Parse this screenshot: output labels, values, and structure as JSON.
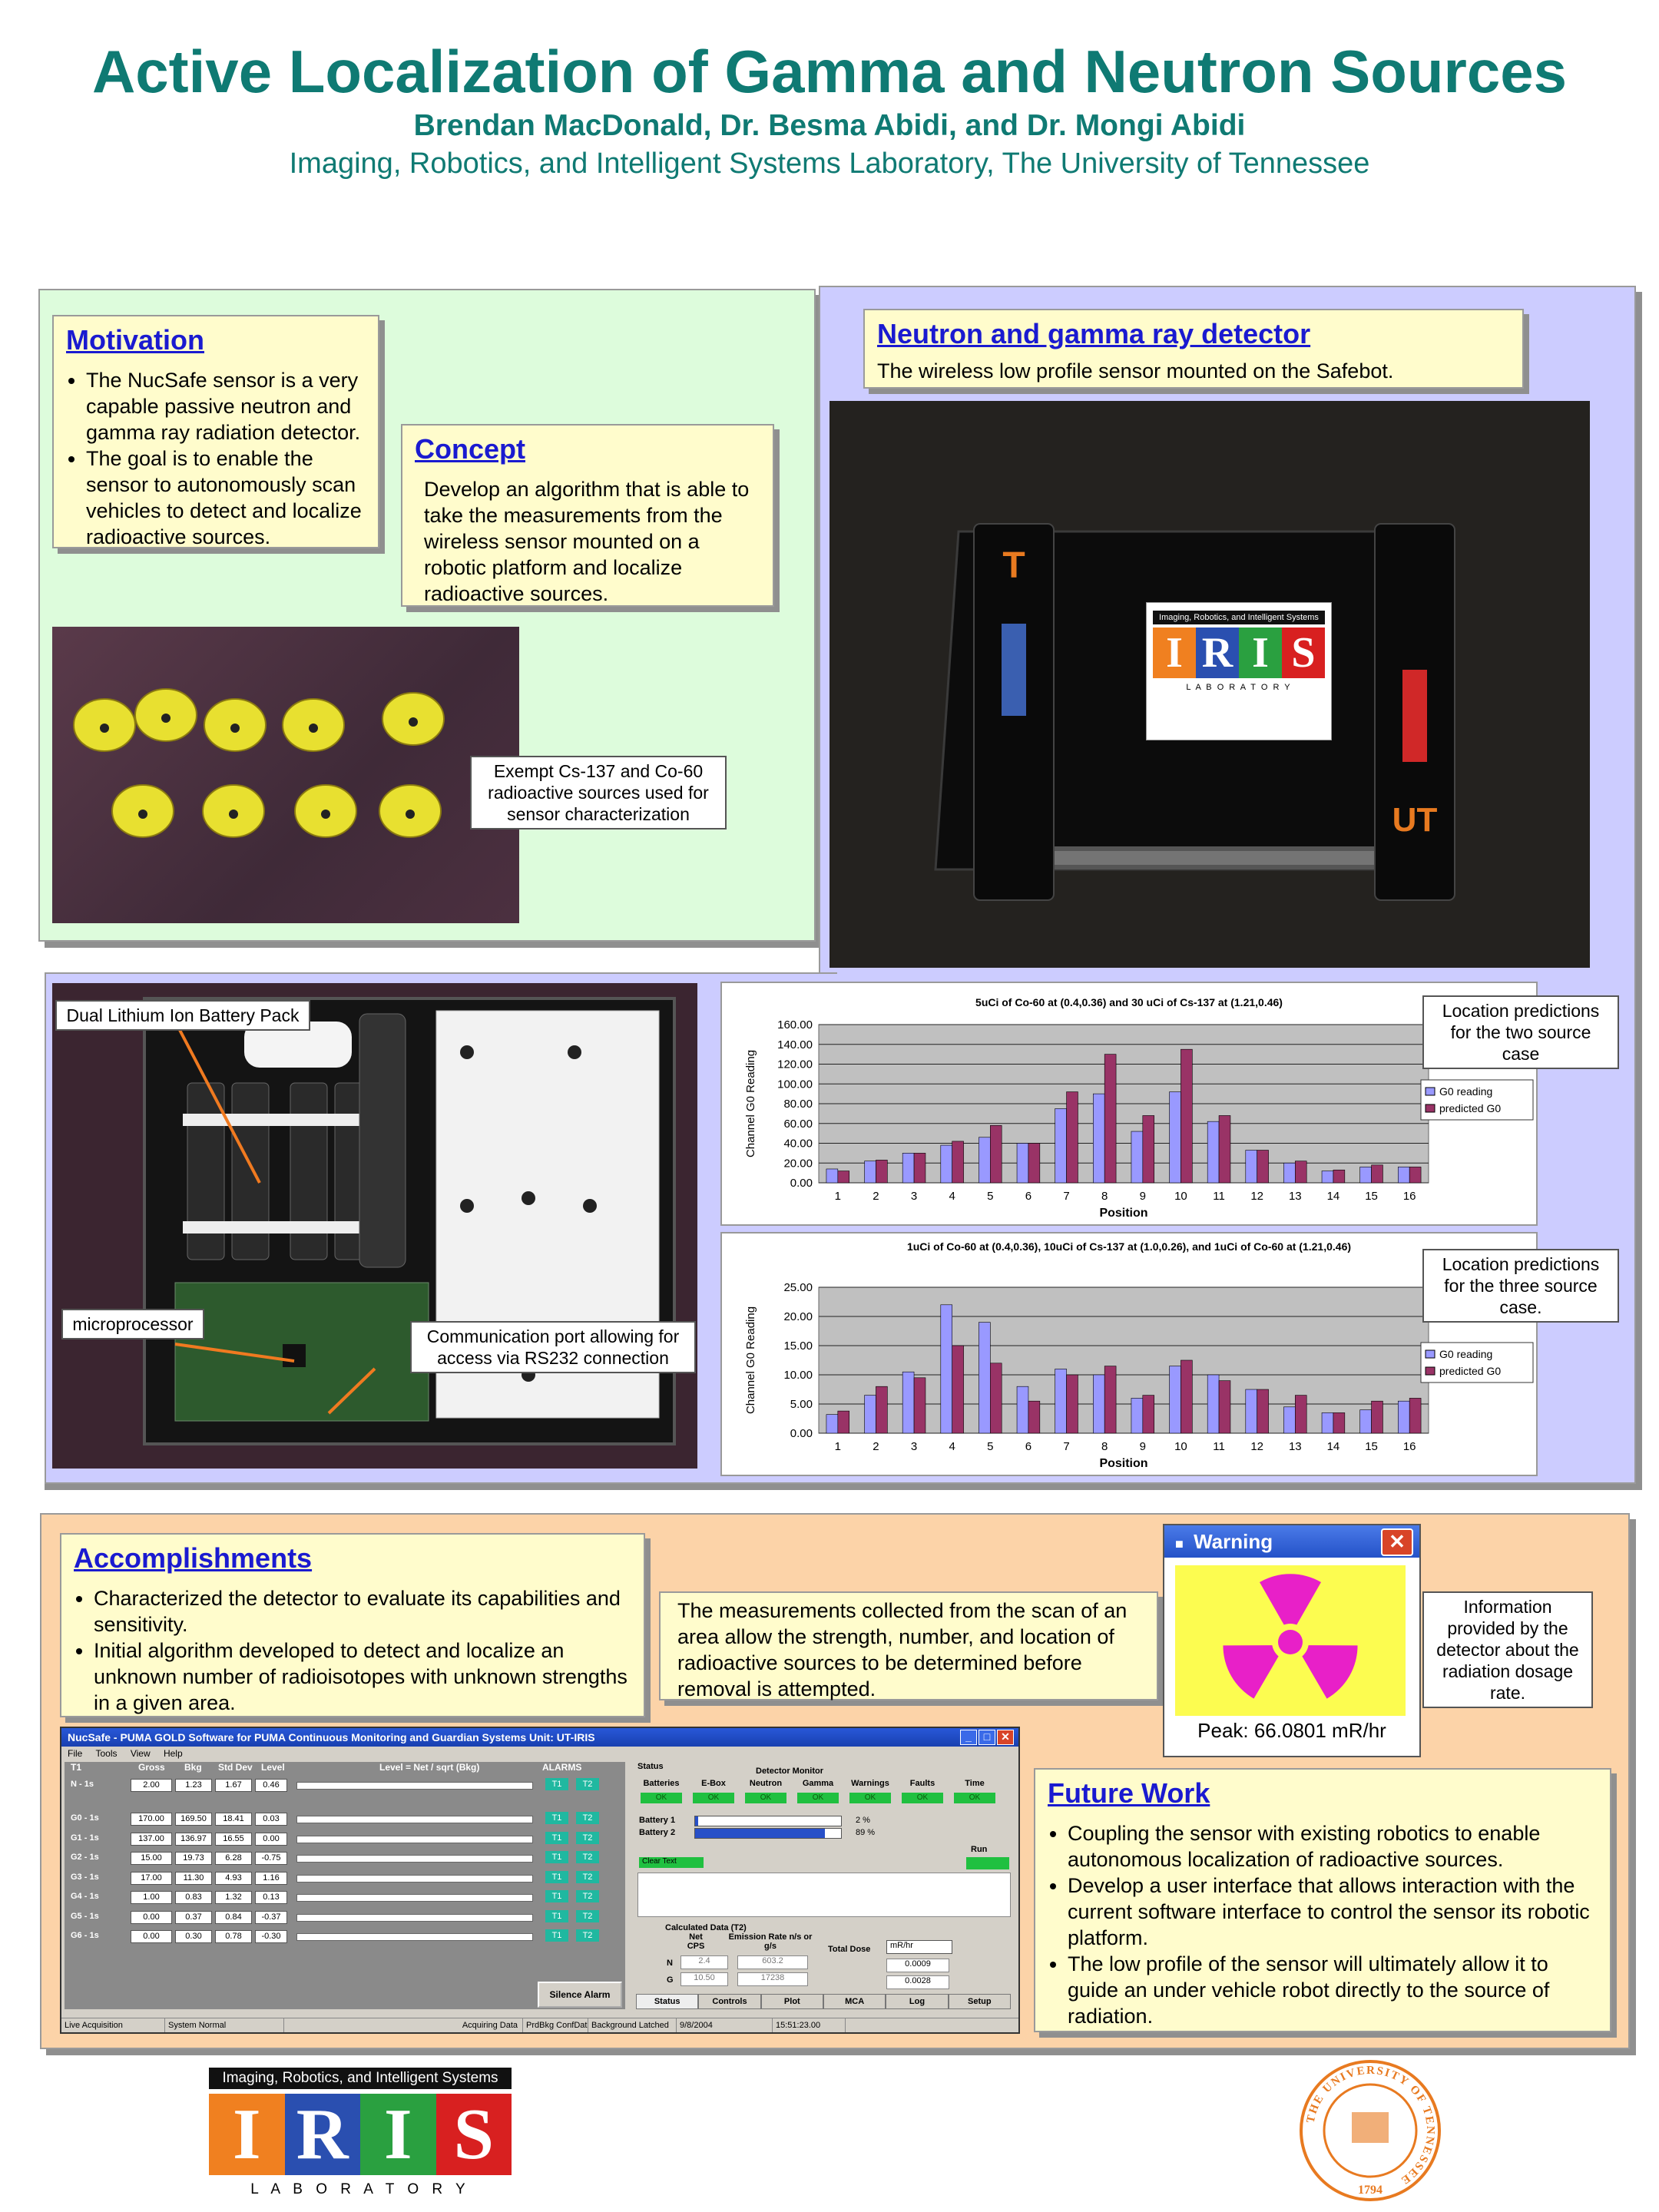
{
  "header": {
    "title": "Active Localization of Gamma and Neutron Sources",
    "authors": "Brendan MacDonald, Dr. Besma Abidi, and Dr. Mongi Abidi",
    "affiliation": "Imaging, Robotics, and Intelligent Systems Laboratory, The University of Tennessee"
  },
  "motivation": {
    "heading": "Motivation",
    "items": [
      "The NucSafe sensor is a very capable passive neutron and gamma ray radiation detector.",
      "The goal is to enable the sensor to autonomously scan vehicles to detect and localize radioactive sources."
    ]
  },
  "concept": {
    "heading": "Concept",
    "text": "Develop an algorithm that is able to take the measurements from the wireless sensor mounted on a robotic platform and localize radioactive sources."
  },
  "sources_caption": "Exempt Cs-137 and Co-60 radioactive sources used for sensor characterization",
  "detector": {
    "heading": "Neutron and gamma ray detector",
    "text": "The wireless low profile sensor mounted on the Safebot."
  },
  "detector_photo": {
    "logo_top": "Imaging, Robotics, and Intelligent Systems",
    "logo_letters": [
      "I",
      "R",
      "I",
      "S"
    ],
    "logo_bottom": "L A B O R A T O R Y"
  },
  "internals_labels": {
    "battery": "Dual Lithium Ion Battery Pack",
    "micro": "microprocessor",
    "comm": "Communication port allowing for access via RS232 connection"
  },
  "chart_notes": {
    "two": "Location predictions for the two source case",
    "three": "Location predictions for the three source case."
  },
  "chart_data": [
    {
      "type": "bar",
      "title": "5uCi of Co-60 at (0.4,0.36) and 30 uCi of Cs-137 at (1.21,0.46)",
      "xlabel": "Position",
      "ylabel": "Channel G0 Reading",
      "categories": [
        "1",
        "2",
        "3",
        "4",
        "5",
        "6",
        "7",
        "8",
        "9",
        "10",
        "11",
        "12",
        "13",
        "14",
        "15",
        "16"
      ],
      "ylim": [
        0,
        160
      ],
      "yticks": [
        "0.00",
        "20.00",
        "40.00",
        "60.00",
        "80.00",
        "100.00",
        "120.00",
        "140.00",
        "160.00"
      ],
      "legend": "right",
      "grid": true,
      "series": [
        {
          "name": "G0 reading",
          "color": "#9999ff",
          "values": [
            14,
            22,
            30,
            38,
            46,
            40,
            75,
            90,
            52,
            92,
            62,
            33,
            20,
            12,
            16,
            16
          ]
        },
        {
          "name": "predicted G0",
          "color": "#993366",
          "values": [
            12,
            23,
            30,
            42,
            58,
            40,
            92,
            130,
            68,
            135,
            68,
            33,
            22,
            13,
            18,
            16
          ]
        }
      ]
    },
    {
      "type": "bar",
      "title": "1uCi of Co-60 at (0.4,0.36), 10uCi of Cs-137 at (1.0,0.26), and 1uCi of Co-60 at (1.21,0.46)",
      "xlabel": "Position",
      "ylabel": "Channel G0 Reading",
      "categories": [
        "1",
        "2",
        "3",
        "4",
        "5",
        "6",
        "7",
        "8",
        "9",
        "10",
        "11",
        "12",
        "13",
        "14",
        "15",
        "16"
      ],
      "ylim": [
        0,
        25
      ],
      "yticks": [
        "0.00",
        "5.00",
        "10.00",
        "15.00",
        "20.00",
        "25.00"
      ],
      "legend": "right",
      "grid": true,
      "series": [
        {
          "name": "G0 reading",
          "color": "#9999ff",
          "values": [
            3.2,
            6.5,
            10.5,
            22,
            19,
            8,
            11,
            10,
            6,
            11.5,
            10,
            7.5,
            4.5,
            3.5,
            4,
            5.5
          ]
        },
        {
          "name": "predicted G0",
          "color": "#993366",
          "values": [
            3.8,
            8,
            9.5,
            15,
            12,
            5.5,
            10,
            11.5,
            6.5,
            12.5,
            9,
            7.5,
            6.5,
            3.5,
            5.5,
            6
          ]
        }
      ]
    }
  ],
  "accomplishments": {
    "heading": "Accomplishments",
    "items": [
      "Characterized the detector to evaluate its capabilities and sensitivity.",
      "Initial algorithm developed to detect and localize an unknown number of radioisotopes with unknown strengths in a given area."
    ]
  },
  "measurements_text": "The measurements collected from the scan of an area allow the strength, number, and location of radioactive sources to be determined before removal is attempted.",
  "warning": {
    "title": "Warning",
    "peak": "Peak: 66.0801 mR/hr",
    "note": "Information provided by the detector about the radiation dosage rate."
  },
  "software": {
    "title": "NucSafe - PUMA GOLD Software for PUMA Continuous Monitoring and Guardian Systems   Unit: UT-IRIS",
    "menu": [
      "File",
      "Tools",
      "View",
      "Help"
    ],
    "col_headers": [
      "T1",
      "Gross",
      "Bkg",
      "Std Dev",
      "Level",
      "Level = Net / sqrt (Bkg)"
    ],
    "rows": [
      {
        "name": "N - 1s",
        "gross": "2.00",
        "bkg": "1.23",
        "std": "1.67",
        "level": "0.46"
      },
      {
        "name": "G0 - 1s",
        "gross": "170.00",
        "bkg": "169.50",
        "std": "18.41",
        "level": "0.03"
      },
      {
        "name": "G1 - 1s",
        "gross": "137.00",
        "bkg": "136.97",
        "std": "16.55",
        "level": "0.00"
      },
      {
        "name": "G2 - 1s",
        "gross": "15.00",
        "bkg": "19.73",
        "std": "6.28",
        "level": "-0.75"
      },
      {
        "name": "G3 - 1s",
        "gross": "17.00",
        "bkg": "11.30",
        "std": "4.93",
        "level": "1.16"
      },
      {
        "name": "G4 - 1s",
        "gross": "1.00",
        "bkg": "0.83",
        "std": "1.32",
        "level": "0.13"
      },
      {
        "name": "G5 - 1s",
        "gross": "0.00",
        "bkg": "0.37",
        "std": "0.84",
        "level": "-0.37"
      },
      {
        "name": "G6 - 1s",
        "gross": "0.00",
        "bkg": "0.30",
        "std": "0.78",
        "level": "-0.30"
      }
    ],
    "alarms_label": "ALARMS",
    "alarm_t1": "T1",
    "alarm_t2": "T2",
    "status_label": "Status",
    "detector_monitor": "Detector Monitor",
    "status_cols": [
      "Batteries",
      "E-Box",
      "Neutron",
      "Gamma",
      "Warnings",
      "Faults",
      "Time"
    ],
    "ok": "OK",
    "battery1": "Battery 1",
    "battery2": "Battery 2",
    "battery1_pct": "2 %",
    "battery2_pct": "89 %",
    "battery1_level": 0.02,
    "battery2_level": 0.89,
    "run_label": "Run",
    "clear_text": "Clear Text",
    "calc_label": "Calculated Data (T2)",
    "net_cps": "Net CPS",
    "emission": "Emission Rate n/s or g/s",
    "total_dose": "Total Dose",
    "dose_unit": "mR/hr",
    "n_label": "N",
    "g_label": "G",
    "n_net": "2.4",
    "n_emission": "603.2",
    "n_dose": "0.0009",
    "g_net": "10.50",
    "g_emission": "17238",
    "g_dose": "0.0028",
    "silence": "Silence Alarm",
    "tabs": [
      "Status",
      "Controls",
      "Plot",
      "MCA",
      "Log",
      "Setup"
    ],
    "statusbar": [
      "Live Acquisition",
      "System Normal",
      "Acquiring Data",
      "PrdBkg ConfData",
      "Background Latched",
      "9/8/2004",
      "15:51:23.00"
    ]
  },
  "future": {
    "heading": "Future Work",
    "items": [
      "Coupling the sensor with existing robotics to enable autonomous localization of radioactive sources.",
      "Develop a user interface that allows interaction with the current software interface to control the sensor its robotic platform.",
      "The low profile of the sensor will ultimately allow it to guide  an under vehicle robot directly to the source of radiation."
    ]
  },
  "iris_logo": {
    "top": "Imaging, Robotics, and Intelligent Systems",
    "letters": [
      "I",
      "R",
      "I",
      "S"
    ],
    "bottom": "L A B O R A T O R Y"
  },
  "ut_seal": {
    "ring_text": "THE UNIVERSITY OF TENNESSEE",
    "year": "1794"
  },
  "colors": {
    "title": "#0f7a73",
    "heading": "#1a1ad0",
    "box_fill": "#fffccc",
    "panel_green": "#ddfcdc",
    "panel_blue": "#ccccff",
    "panel_orange": "#fcd3a8",
    "iris_orange": "#f08020",
    "iris_blue": "#2a4fb0",
    "iris_green": "#2aa040",
    "iris_red": "#d82020",
    "ut_orange": "#e87a20"
  }
}
